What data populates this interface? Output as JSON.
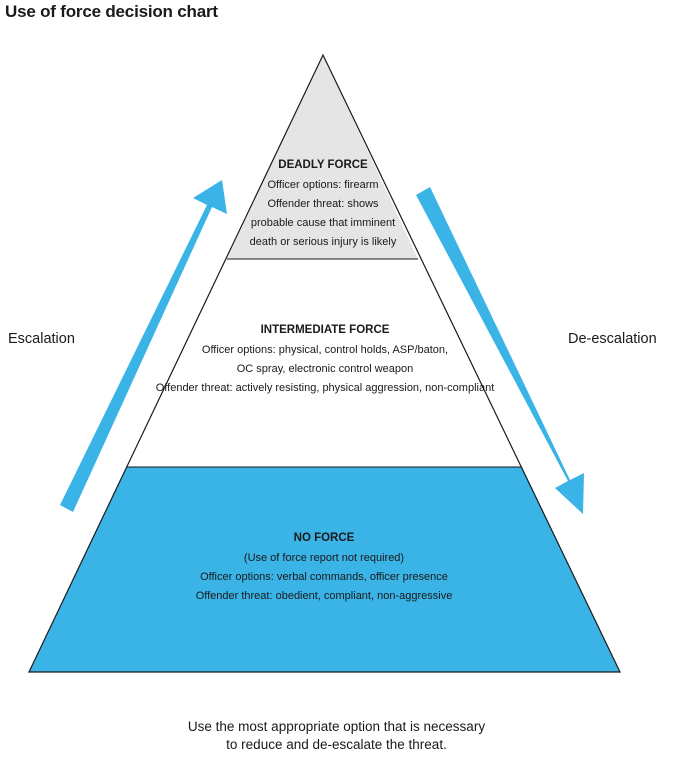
{
  "title": "Use of force decision chart",
  "colors": {
    "deadly_fill": "#e5e5e5",
    "intermediate_fill": "#ffffff",
    "no_force_fill": "#3ab3e6",
    "arrow": "#3ab3e6",
    "outline": "#1a1a1a"
  },
  "tiers": {
    "deadly": {
      "title": "DEADLY FORCE",
      "lines": [
        "Officer options: firearm",
        "Offender threat: shows",
        "probable cause that imminent",
        "death or serious injury is likely"
      ]
    },
    "intermediate": {
      "title": "INTERMEDIATE FORCE",
      "lines": [
        "Officer options: physical, control holds, ASP/baton,",
        "OC spray, electronic control weapon",
        "Offender threat: actively resisting, physical aggression, non-compliant"
      ]
    },
    "no_force": {
      "title": "NO FORCE",
      "lines": [
        "(Use of force report not required)",
        "Officer options: verbal commands, officer presence",
        "Offender threat: obedient, compliant, non-aggressive"
      ]
    }
  },
  "arrows": {
    "left_label": "Escalation",
    "right_label": "De-escalation",
    "left_icon": "arrow-up-right-icon",
    "right_icon": "arrow-down-right-icon"
  },
  "footer": {
    "line1": "Use the most appropriate option that is necessary",
    "line2": "to reduce and de-escalate the threat."
  }
}
